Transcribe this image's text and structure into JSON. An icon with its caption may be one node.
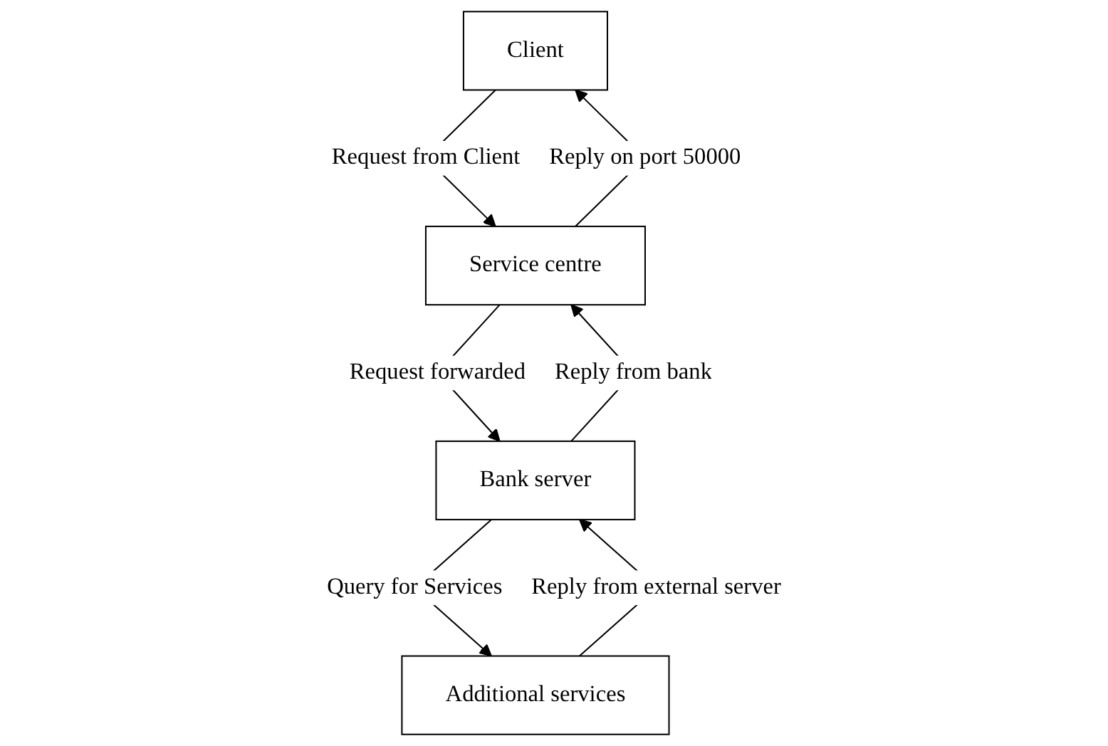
{
  "diagram": {
    "nodes": [
      {
        "text": [
          "Client"
        ]
      },
      {
        "text": [
          "Service centre"
        ]
      },
      {
        "text": [
          "Bank server"
        ]
      },
      {
        "text": [
          "Additional services"
        ]
      }
    ],
    "edges": [
      {
        "from": 0,
        "to": 1,
        "arrow": "to",
        "label": "Request from Client"
      },
      {
        "from": 1,
        "to": 0,
        "arrow": "to",
        "label": "Reply on port 50000"
      },
      {
        "from": 1,
        "to": 2,
        "arrow": "to",
        "label": "Request forwarded"
      },
      {
        "from": 2,
        "to": 1,
        "arrow": "to",
        "label": "Reply from bank"
      },
      {
        "from": 2,
        "to": 3,
        "arrow": "to",
        "label": "Query for Services"
      },
      {
        "from": 3,
        "to": 2,
        "arrow": "to",
        "label": "Reply from external server"
      }
    ]
  }
}
